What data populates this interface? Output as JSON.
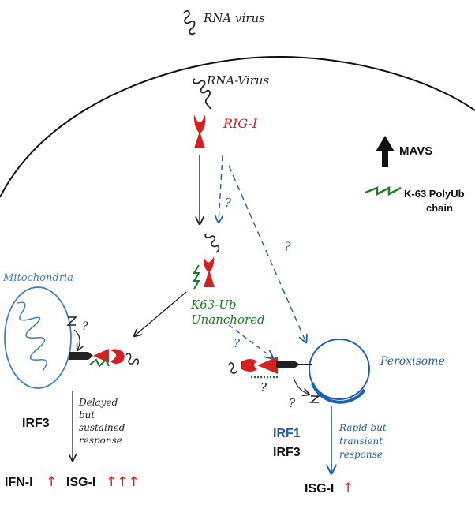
{
  "labels": {
    "virus_outside": "RNA virus",
    "virus_inside": "RNA-Virus",
    "rig_i": "RIG-I",
    "mavs": "MAVS",
    "k63_legend_line1": "K-63 PolyUb",
    "k63_legend_line2": "chain",
    "k63_ub_line1": "K63-Ub",
    "k63_ub_line2": "Unanchored",
    "mitochondria": "Mitochondria",
    "peroxisome": "Peroxisome",
    "question": "?",
    "mito_response_line1": "Delayed",
    "mito_response_line2": "but",
    "mito_response_line3": "sustained",
    "mito_response_line4": "response",
    "perox_response_line1": "Rapid but",
    "perox_response_line2": "transient",
    "perox_response_line3": "response",
    "irf3_left": "IRF3",
    "irf1_right": "IRF1",
    "irf3_right": "IRF3",
    "ifn_label": "IFN-I",
    "isg_left_label": "ISG-I",
    "isg_right_label": "ISG-I",
    "up_arrow_single": "↑",
    "up_arrow_triple": "↑↑↑"
  },
  "colors": {
    "ink": "#222222",
    "red": "#d42020",
    "green": "#1e7a2a",
    "blue": "#1f5fb0",
    "mito_blue": "#3a80c8"
  }
}
